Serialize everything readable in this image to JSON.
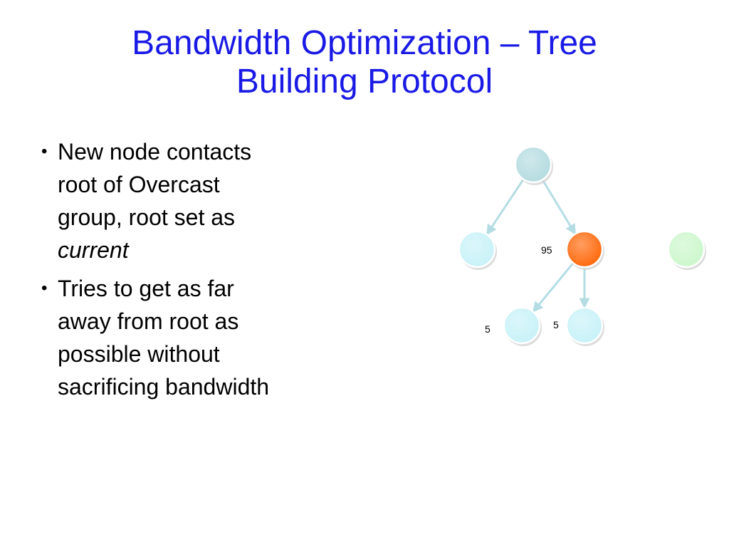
{
  "title": {
    "line1": "Bandwidth Optimization – Tree",
    "line2": "Building Protocol"
  },
  "bullets": [
    {
      "marker": "•",
      "lines": [
        "New node contacts",
        "root of Overcast",
        "group, root set as"
      ],
      "emphasis": "current"
    },
    {
      "marker": "•",
      "lines": [
        "Tries to get as far",
        "away from root as",
        "possible without",
        "sacrificing bandwidth"
      ]
    }
  ],
  "diagram": {
    "nodes": [
      {
        "id": "root",
        "fill": "#b5dce0"
      },
      {
        "id": "left-child",
        "fill": "#c8f2f8"
      },
      {
        "id": "current",
        "fill": "#ff6a0d"
      },
      {
        "id": "new-node",
        "fill": "#ccf7cc"
      },
      {
        "id": "grandchild-left",
        "fill": "#c8f2f8"
      },
      {
        "id": "grandchild-right",
        "fill": "#c8f2f8"
      }
    ],
    "edges": [
      {
        "from": "root",
        "to": "left-child"
      },
      {
        "from": "root",
        "to": "current"
      },
      {
        "from": "current",
        "to": "grandchild-left"
      },
      {
        "from": "current",
        "to": "grandchild-right"
      }
    ],
    "labels": {
      "current_bw": "95",
      "grandchild_left_bw": "5",
      "grandchild_right_bw": "5"
    },
    "colors": {
      "edge": "#b3dde3",
      "shadow": "#cfcfcf"
    }
  }
}
